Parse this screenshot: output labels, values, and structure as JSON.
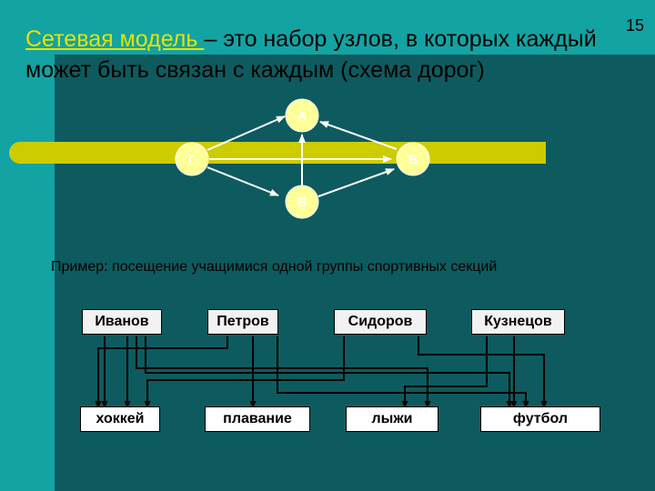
{
  "slide_number": "15",
  "title": {
    "term": "Сетевая модель ",
    "rest": "– это набор узлов, в которых каждый может быть связан с каждым (схема дорог)"
  },
  "graph": {
    "nodes": [
      {
        "id": "A",
        "label": "А"
      },
      {
        "id": "B",
        "label": "Б"
      },
      {
        "id": "V",
        "label": "В"
      },
      {
        "id": "G",
        "label": "Г"
      }
    ]
  },
  "example_caption": "Пример: посещение учащимися одной группы спортивных секций",
  "people": [
    "Иванов",
    "Петров",
    "Сидоров",
    "Кузнецов"
  ],
  "sports": [
    "хоккей",
    "плавание",
    "лыжи",
    "футбол"
  ],
  "colors": {
    "background": "#0d5b5e",
    "accent_band": "#13a3a3",
    "road": "#cccc00",
    "title_term": "#e3e300",
    "node_fill": "#ffff99"
  }
}
